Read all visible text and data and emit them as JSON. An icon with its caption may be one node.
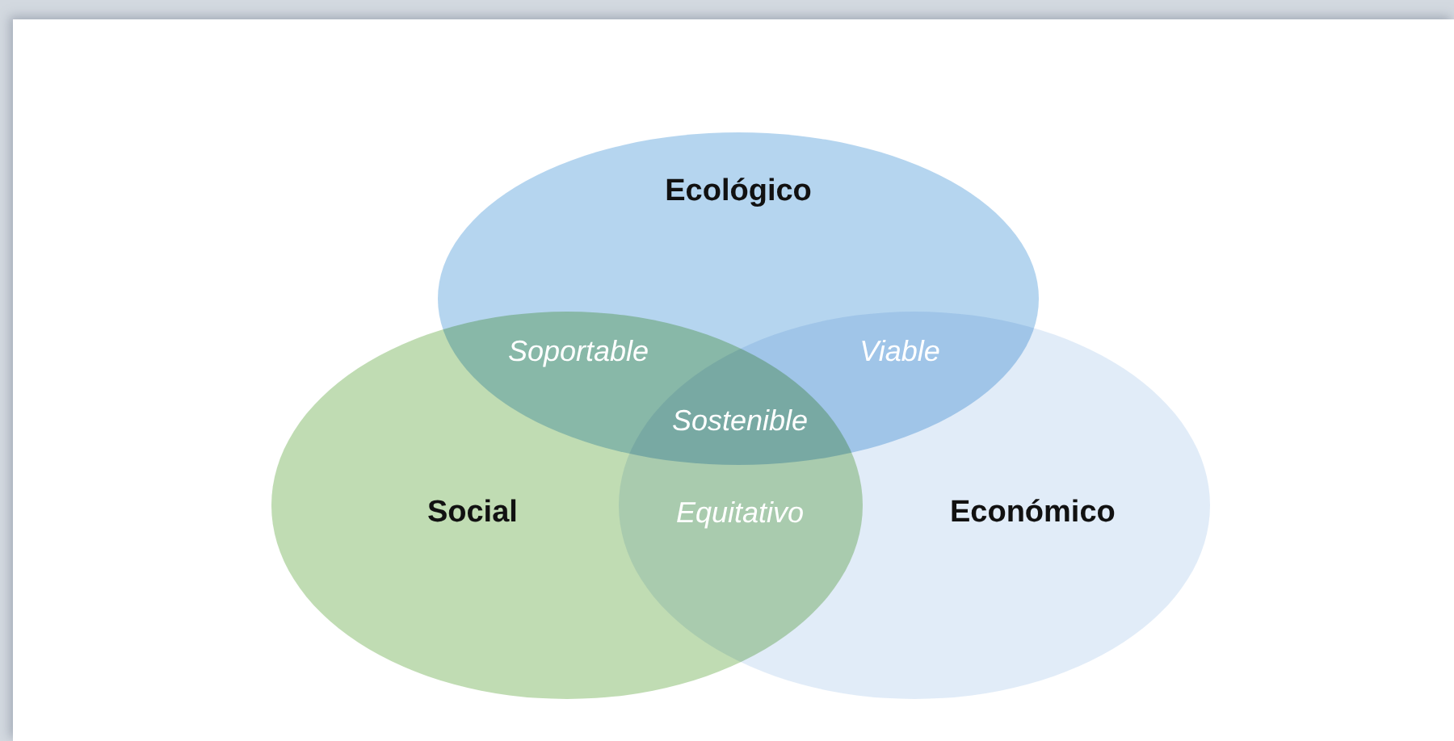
{
  "diagram": {
    "nodes": [
      {
        "text": [
          "Ecológico"
        ]
      },
      {
        "text": [
          "Social"
        ]
      },
      {
        "text": [
          "Económico"
        ]
      }
    ],
    "edges": [],
    "labels": [
      "Soportable",
      "Viable",
      "Sostenible",
      "Equitativo"
    ]
  }
}
